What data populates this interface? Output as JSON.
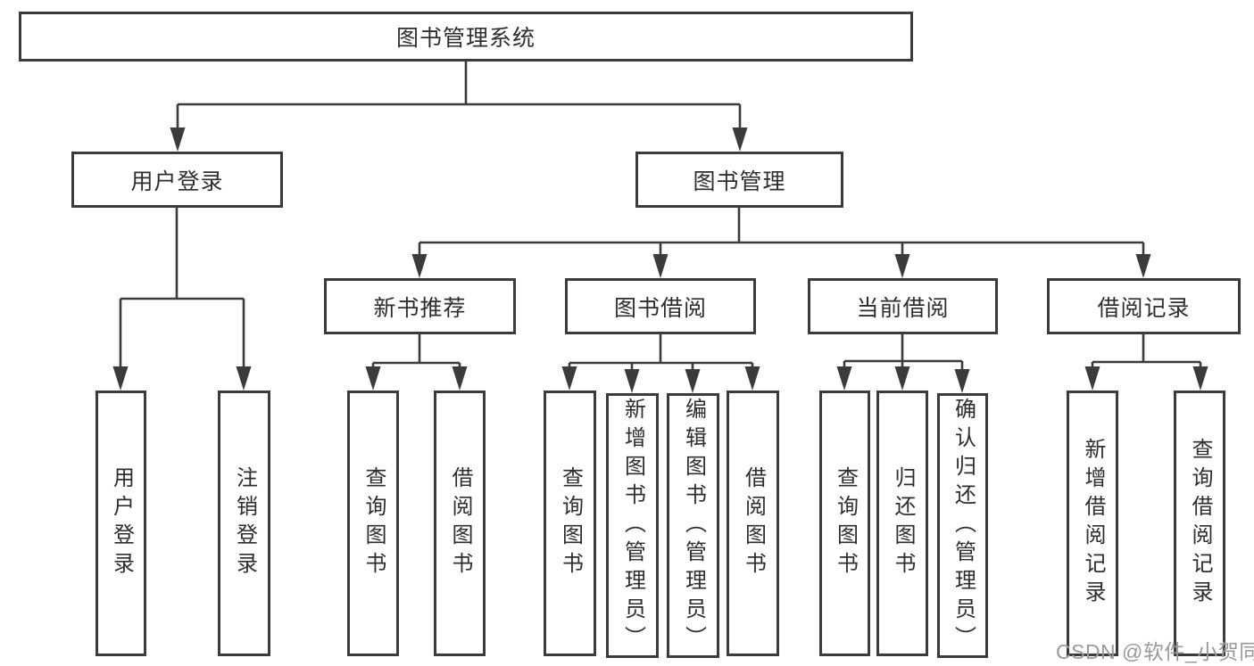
{
  "diagram": {
    "type": "hierarchy-tree",
    "nodes": {
      "root": {
        "label": "图书管理系统"
      },
      "user_login": {
        "label": "用户登录"
      },
      "book_mgmt": {
        "label": "图书管理"
      },
      "new_book": {
        "label": "新书推荐"
      },
      "book_borrow": {
        "label": "图书借阅"
      },
      "current_borrow": {
        "label": "当前借阅"
      },
      "borrow_record": {
        "label": "借阅记录"
      },
      "leaf_user_login": {
        "label": "用户登录"
      },
      "leaf_user_logout": {
        "label": "注销登录"
      },
      "leaf_nb_query": {
        "label": "查询图书"
      },
      "leaf_nb_borrow": {
        "label": "借阅图书"
      },
      "leaf_bb_query": {
        "label": "查询图书"
      },
      "leaf_bb_add": {
        "label": "新增图书（管理员）"
      },
      "leaf_bb_edit": {
        "label": "编辑图书（管理员）"
      },
      "leaf_bb_borrow": {
        "label": "借阅图书"
      },
      "leaf_cb_query": {
        "label": "查询图书"
      },
      "leaf_cb_return": {
        "label": "归还图书"
      },
      "leaf_cb_confirm": {
        "label": "确认归还（管理员）"
      },
      "leaf_br_add": {
        "label": "新增借阅记录"
      },
      "leaf_br_query": {
        "label": "查询借阅记录"
      }
    },
    "hierarchy": {
      "图书管理系统": {
        "用户登录": [
          "用户登录",
          "注销登录"
        ],
        "图书管理": {
          "新书推荐": [
            "查询图书",
            "借阅图书"
          ],
          "图书借阅": [
            "查询图书",
            "新增图书（管理员）",
            "编辑图书（管理员）",
            "借阅图书"
          ],
          "当前借阅": [
            "查询图书",
            "归还图书",
            "确认归还（管理员）"
          ],
          "借阅记录": [
            "新增借阅记录",
            "查询借阅记录"
          ]
        }
      }
    }
  },
  "watermark": {
    "text": "CSDN @软件_小贺同学"
  },
  "colors": {
    "line": "#3b3b3b",
    "box_border": "#3b3b3b",
    "box_fill": "#ffffff",
    "text": "#2e2e2e",
    "background": "#ffffff",
    "watermark": "#9a9a9a"
  }
}
